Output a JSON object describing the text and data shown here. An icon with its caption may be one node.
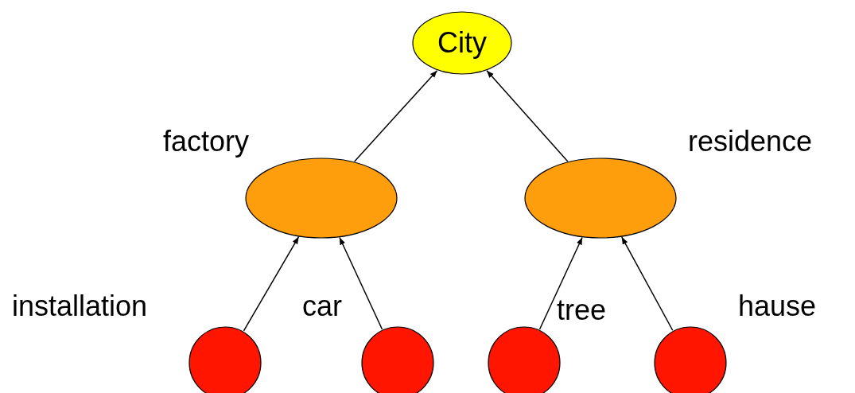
{
  "diagram": {
    "nodes": [
      {
        "text": [
          "City"
        ]
      },
      {
        "text": [],
        "shape": "ellipse",
        "beside": [
          "factory"
        ]
      },
      {
        "text": [],
        "shape": "ellipse",
        "beside": [
          "residence"
        ]
      },
      {
        "text": [],
        "shape": "circle",
        "beside": [
          "installation"
        ]
      },
      {
        "text": [],
        "shape": "circle",
        "beside": [
          "car"
        ]
      },
      {
        "text": [],
        "shape": "circle",
        "beside": [
          "tree"
        ]
      },
      {
        "text": [],
        "shape": "circle",
        "beside": [
          "hause"
        ]
      }
    ],
    "edges": [
      {
        "from": 1,
        "to": 0,
        "arrow": "to"
      },
      {
        "from": 2,
        "to": 0,
        "arrow": "to"
      },
      {
        "from": 3,
        "to": 1,
        "arrow": "to"
      },
      {
        "from": 4,
        "to": 1,
        "arrow": "to"
      },
      {
        "from": 5,
        "to": 2,
        "arrow": "to"
      },
      {
        "from": 6,
        "to": 2,
        "arrow": "to"
      }
    ]
  }
}
